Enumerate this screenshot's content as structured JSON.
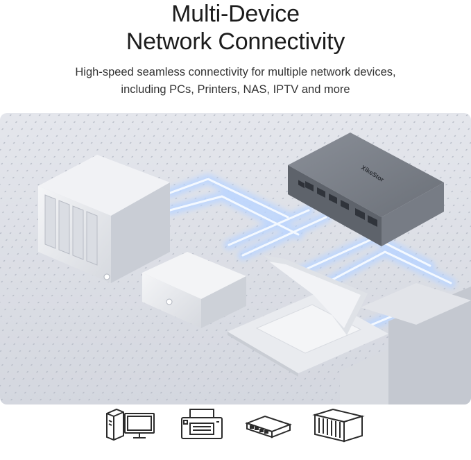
{
  "header": {
    "title_line1": "Multi-Device",
    "title_line2": "Network Connectivity",
    "subtitle_line1": "High-speed seamless connectivity for multiple network devices,",
    "subtitle_line2": "including PCs, Printers, NAS, IPTV and more"
  },
  "scene": {
    "switch_brand": "XikeStor",
    "colors": {
      "floor": "#d9dce3",
      "cable_glow": "#cfe3ff",
      "cable_core": "#eef6ff",
      "switch_body": "#7a7f88",
      "device_white": "#e6e8ec"
    }
  },
  "icons": [
    "desktop-pc-icon",
    "printer-icon",
    "network-switch-icon",
    "nas-icon"
  ]
}
